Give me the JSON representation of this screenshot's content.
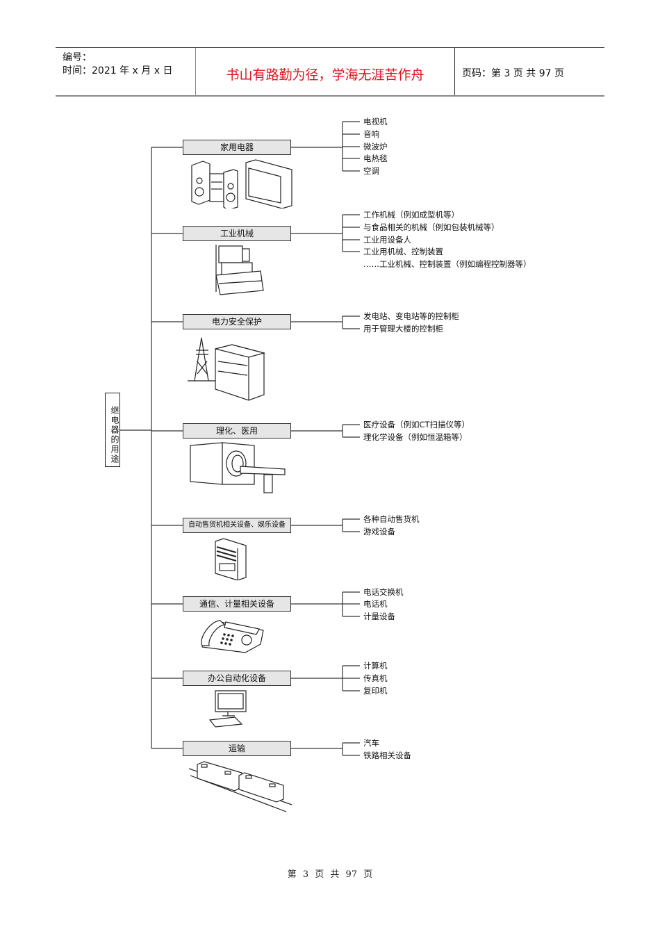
{
  "header": {
    "number_label": "编号：",
    "date_label": "时间：2021 年 x 月 x 日",
    "motto": "书山有路勤为径，学海无涯苦作舟",
    "page_info": "页码：第 3 页  共 97 页"
  },
  "diagram": {
    "root_label": "继电器的用途",
    "categories": [
      {
        "label": "家用电器",
        "picture": "home-appliances-illustration",
        "items": [
          "电视机",
          "音响",
          "微波炉",
          "电热毯",
          "空调"
        ]
      },
      {
        "label": "工业机械",
        "picture": "industrial-machine-illustration",
        "items": [
          "工作机械（例如成型机等）",
          "与食品相关的机械（例如包装机械等）",
          "工业用设备人",
          "工业用机械、控制装置",
          "……工业机械、控制装置（例如编程控制器等）"
        ]
      },
      {
        "label": "电力安全保护",
        "picture": "power-tower-cabinet-illustration",
        "items": [
          "发电站、变电站等的控制柜",
          "用于管理大楼的控制柜"
        ]
      },
      {
        "label": "理化、医用",
        "picture": "ct-scanner-illustration",
        "items": [
          "医疗设备（例如CT扫描仪等）",
          "理化学设备（例如恒温箱等）"
        ]
      },
      {
        "label": "自动售货机相关设备、娱乐设备",
        "picture": "vending-machine-illustration",
        "items": [
          "各种自动售货机",
          "游戏设备"
        ]
      },
      {
        "label": "通信、计量相关设备",
        "picture": "telephone-illustration",
        "items": [
          "电话交换机",
          "电话机",
          "计量设备"
        ]
      },
      {
        "label": "办公自动化设备",
        "picture": "computer-illustration",
        "items": [
          "计算机",
          "传真机",
          "复印机"
        ]
      },
      {
        "label": "运输",
        "picture": "train-illustration",
        "items": [
          "汽车",
          "铁路相关设备"
        ]
      }
    ]
  },
  "footer": {
    "page_text": "第 3 页 共 97 页"
  }
}
